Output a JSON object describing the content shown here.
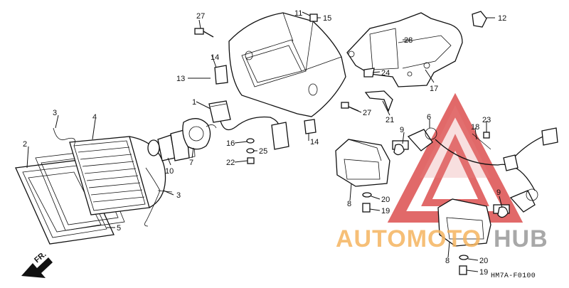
{
  "diagram": {
    "figure_code": "HM7A-F0100",
    "direction_label": "FR.",
    "part_numbers": [
      "27",
      "11",
      "15",
      "12",
      "14",
      "13",
      "1",
      "28",
      "24",
      "17",
      "3",
      "4",
      "2",
      "10",
      "7",
      "16",
      "25",
      "22",
      "14",
      "27",
      "21",
      "6",
      "23",
      "9",
      "18",
      "8",
      "20",
      "19",
      "3",
      "5",
      "9",
      "8",
      "20",
      "19"
    ]
  },
  "watermark": {
    "text_a": "AUTOMOTO",
    "text_b": "HUB",
    "color_a": "#f5b560",
    "color_b": "#9a9a9a",
    "logo_color": "#d94040"
  }
}
